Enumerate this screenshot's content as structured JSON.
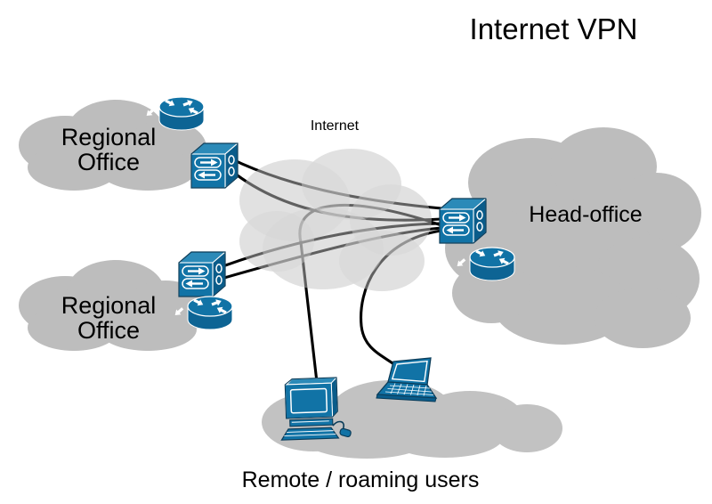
{
  "diagram": {
    "title": "Internet VPN",
    "background_color": "#ffffff",
    "colors": {
      "device_blue": "#1173a6",
      "device_blue_light": "#2b8ab8",
      "device_blue_dark": "#0a5c8a",
      "device_outline_navy": "#0b3c59",
      "device_detail_white": "#ffffff",
      "office_cloud_gray": "#bdbdbd",
      "users_cloud_gray": "#c2c2c2",
      "internet_cloud_gray": "#e1e1e1",
      "tunnel_line": "#000000"
    },
    "clouds": [
      {
        "id": "regional-office-top",
        "label_line1": "Regional",
        "label_line2": "Office",
        "devices": [
          "router-icon",
          "vpn-concentrator-icon"
        ]
      },
      {
        "id": "regional-office-bottom",
        "label_line1": "Regional",
        "label_line2": "Office",
        "devices": [
          "vpn-concentrator-icon",
          "router-icon"
        ]
      },
      {
        "id": "internet",
        "label": "Internet",
        "devices": []
      },
      {
        "id": "head-office",
        "label": "Head-office",
        "devices": [
          "vpn-concentrator-icon",
          "router-icon"
        ]
      },
      {
        "id": "remote-users",
        "label": "Remote / roaming users",
        "devices": [
          "desktop-computer-icon",
          "laptop-icon"
        ]
      }
    ],
    "connections": [
      {
        "from": "regional-office-top-vpn-concentrator",
        "to": "head-office-vpn-concentrator",
        "via": "internet"
      },
      {
        "from": "regional-office-top-vpn-concentrator",
        "to": "head-office-vpn-concentrator",
        "via": "internet"
      },
      {
        "from": "regional-office-bottom-vpn-concentrator",
        "to": "head-office-vpn-concentrator",
        "via": "internet"
      },
      {
        "from": "regional-office-bottom-vpn-concentrator",
        "to": "head-office-vpn-concentrator",
        "via": "internet"
      },
      {
        "from": "desktop-computer",
        "to": "head-office-vpn-concentrator",
        "via": "internet"
      },
      {
        "from": "laptop",
        "to": "head-office-vpn-concentrator",
        "via": "internet"
      }
    ]
  }
}
